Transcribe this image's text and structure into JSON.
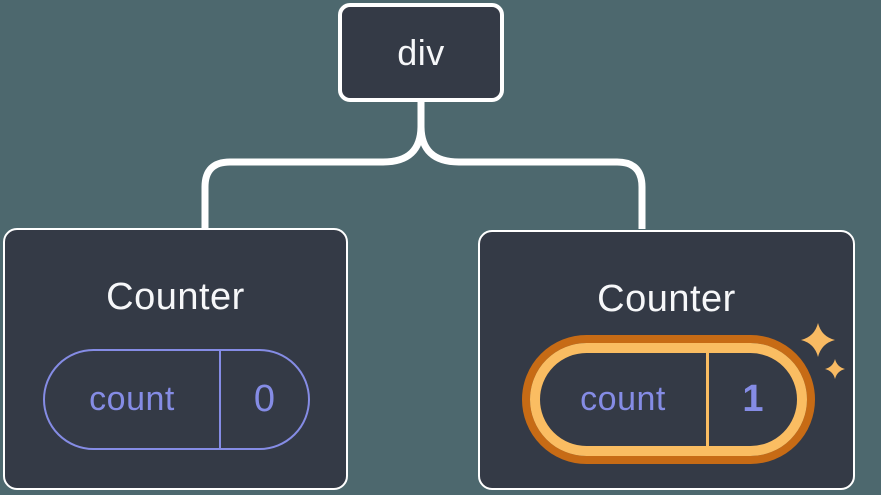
{
  "diagram": {
    "root": {
      "label": "div"
    },
    "children": [
      {
        "title": "Counter",
        "state_key": "count",
        "state_value": "0",
        "highlighted": false
      },
      {
        "title": "Counter",
        "state_key": "count",
        "state_value": "1",
        "highlighted": true
      }
    ]
  },
  "colors": {
    "background": "#4D686E",
    "node_fill": "#343A46",
    "node_border": "#FFFFFF",
    "connector": "#FFFFFF",
    "title_text": "#F6F7F9",
    "state_accent": "#858CE5",
    "highlight_dark": "#C76B15",
    "highlight_light": "#FABD62",
    "sparkle": "#F8BA63"
  },
  "icons": {
    "sparkles": "sparkles-icon"
  }
}
